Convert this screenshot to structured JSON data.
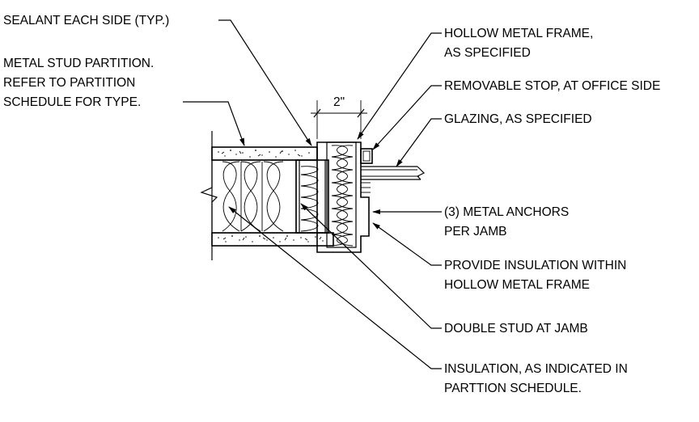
{
  "labels": {
    "sealant": "SEALANT EACH SIDE (TYP.)",
    "partition_1": "METAL STUD PARTITION.",
    "partition_2": "REFER TO PARTITION",
    "partition_3": "SCHEDULE FOR TYPE.",
    "frame_1": "HOLLOW METAL FRAME,",
    "frame_2": "AS SPECIFIED",
    "stop": "REMOVABLE STOP, AT OFFICE SIDE",
    "glazing": "GLAZING, AS SPECIFIED",
    "anchors_1": "(3) METAL ANCHORS",
    "anchors_2": "PER JAMB",
    "frame_insulation_1": "PROVIDE INSULATION WITHIN",
    "frame_insulation_2": "HOLLOW METAL FRAME",
    "double_stud": "DOUBLE STUD AT JAMB",
    "insulation_1": "INSULATION, AS INDICATED IN",
    "insulation_2": "PARTTION SCHEDULE."
  },
  "dimension": "2\""
}
